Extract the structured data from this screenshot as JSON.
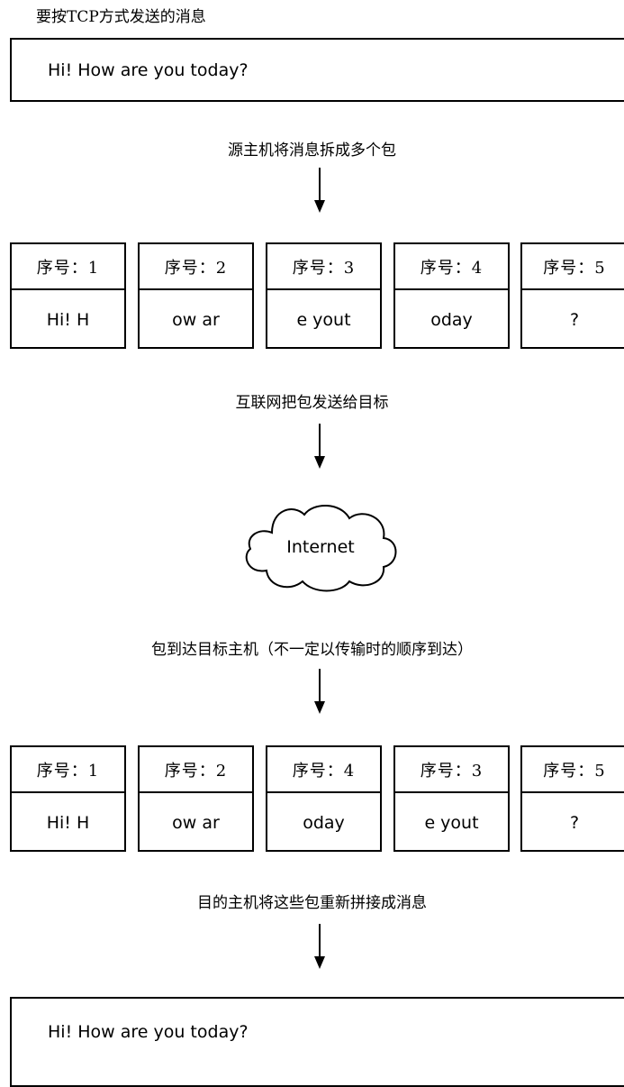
{
  "top_label": "要按TCP方式发送的消息",
  "source_message": "Hi! How are you today?",
  "steps": {
    "split": "源主机将消息拆成多个包",
    "send": "互联网把包发送给目标",
    "arrive": "包到达目标主机（不一定以传输时的顺序到达）",
    "reassemble": "目的主机将这些包重新拼接成消息"
  },
  "sent_packets": [
    {
      "seq": "序号：1",
      "chunk": "Hi! H"
    },
    {
      "seq": "序号：2",
      "chunk": "ow ar"
    },
    {
      "seq": "序号：3",
      "chunk": "e yout"
    },
    {
      "seq": "序号：4",
      "chunk": "oday"
    },
    {
      "seq": "序号：5",
      "chunk": "?"
    }
  ],
  "received_packets": [
    {
      "seq": "序号：1",
      "chunk": "Hi! H"
    },
    {
      "seq": "序号：2",
      "chunk": "ow ar"
    },
    {
      "seq": "序号：4",
      "chunk": "oday"
    },
    {
      "seq": "序号：3",
      "chunk": "e yout"
    },
    {
      "seq": "序号：5",
      "chunk": "?"
    }
  ],
  "cloud_label": "Internet",
  "reassembled_message": "Hi! How are you today?"
}
